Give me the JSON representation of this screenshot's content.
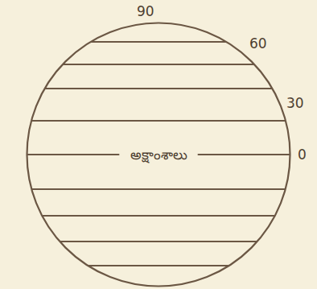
{
  "diagram": {
    "nodes": [
      {
        "text": [
          "అక్షాంశాలు"
        ]
      }
    ],
    "labels": [
      "90",
      "60",
      "30",
      "0"
    ]
  }
}
